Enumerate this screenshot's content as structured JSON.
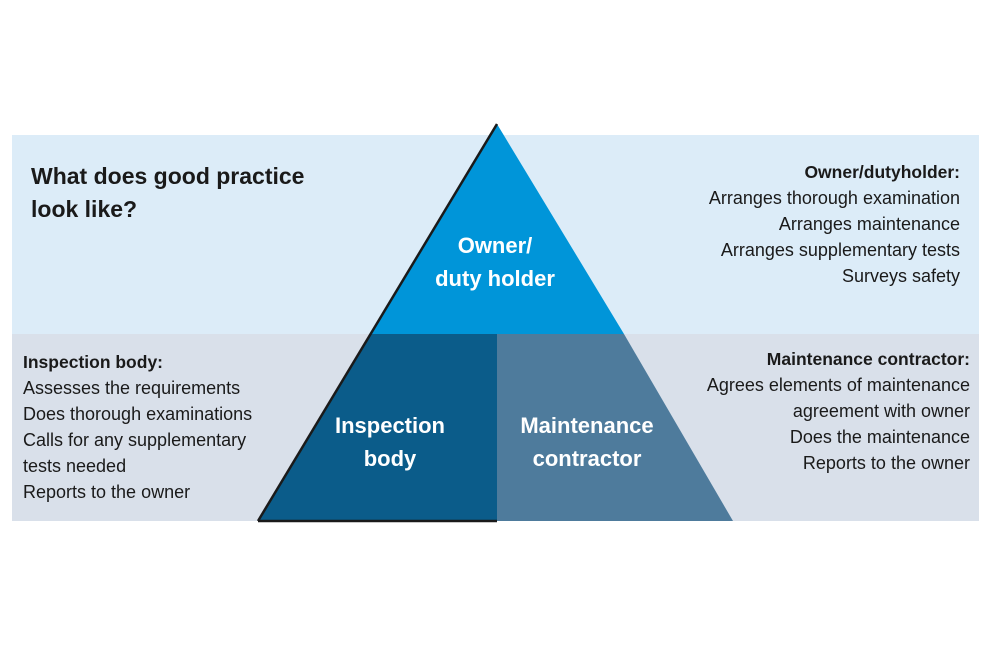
{
  "question": {
    "line1": "What does good practice",
    "line2": "look like?"
  },
  "pyramid": {
    "top_label_line1": "Owner/",
    "top_label_line2": "duty holder",
    "left_label_line1": "Inspection",
    "left_label_line2": "body",
    "right_label_line1": "Maintenance",
    "right_label_line2": "contractor"
  },
  "owner_block": {
    "heading": "Owner/dutyholder:",
    "items": [
      "Arranges thorough examination",
      "Arranges maintenance",
      "Arranges supplementary tests",
      "Surveys safety"
    ]
  },
  "inspection_block": {
    "heading": "Inspection body:",
    "items": [
      "Assesses the requirements",
      "Does thorough examinations",
      "Calls for any supplementary",
      "tests needed",
      "Reports to the owner"
    ]
  },
  "maintenance_block": {
    "heading": "Maintenance contractor:",
    "items": [
      "Agrees elements of maintenance",
      "agreement with owner",
      "Does the maintenance",
      "Reports to the owner"
    ]
  },
  "colors": {
    "top_band": "#dcecf8",
    "bottom_band": "#d9e0ea",
    "owner_section": "#0095d9",
    "inspection_section": "#0b5c8a",
    "maintenance_section": "#4e7b9c",
    "outline": "#1a1a1a"
  }
}
